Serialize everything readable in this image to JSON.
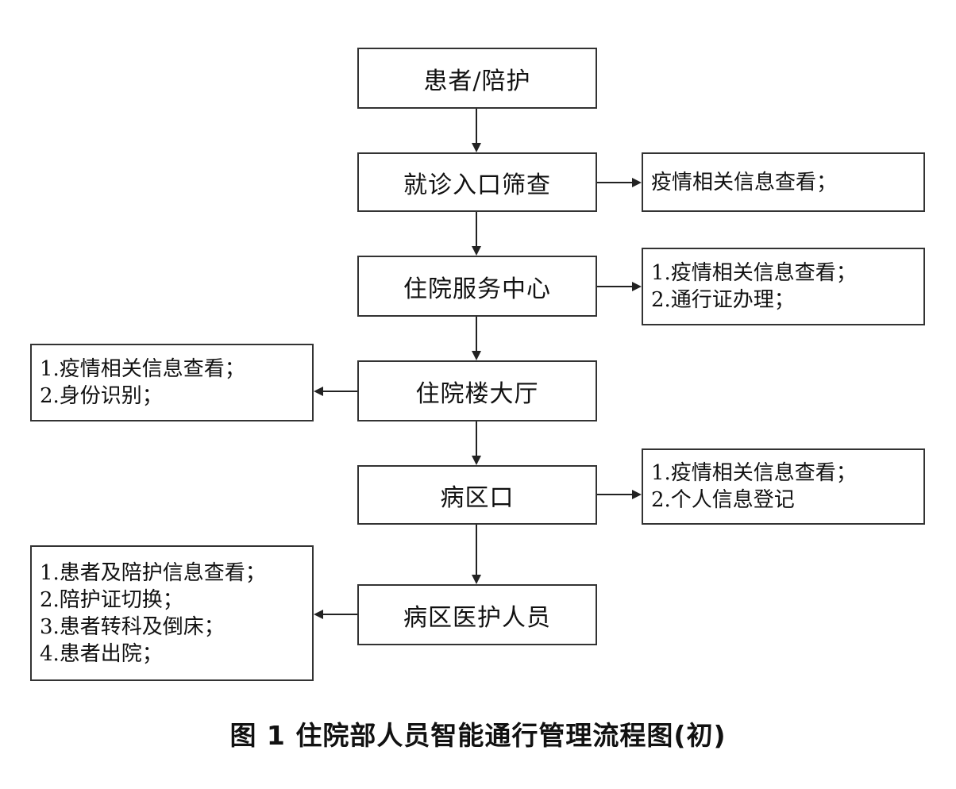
{
  "flowchart": {
    "steps": [
      {
        "label": "患者/陪护"
      },
      {
        "label": "就诊入口筛查"
      },
      {
        "label": "住院服务中心"
      },
      {
        "label": "住院楼大厅"
      },
      {
        "label": "病区口"
      },
      {
        "label": "病区医护人员"
      }
    ],
    "notes": [
      {
        "lines": [
          "疫情相关信息查看；"
        ]
      },
      {
        "lines": [
          "1.疫情相关信息查看；",
          "2.通行证办理；"
        ]
      },
      {
        "lines": [
          "1.疫情相关信息查看；",
          "2.身份识别；"
        ]
      },
      {
        "lines": [
          "1.疫情相关信息查看；",
          "2.个人信息登记"
        ]
      },
      {
        "lines": [
          "1.患者及陪护信息查看；",
          "2.陪护证切换；",
          "3.患者转科及倒床；",
          "4.患者出院；"
        ]
      }
    ]
  },
  "caption": "图 1  住院部人员智能通行管理流程图(初)",
  "colors": {
    "line": "#333333",
    "text": "#111111"
  }
}
